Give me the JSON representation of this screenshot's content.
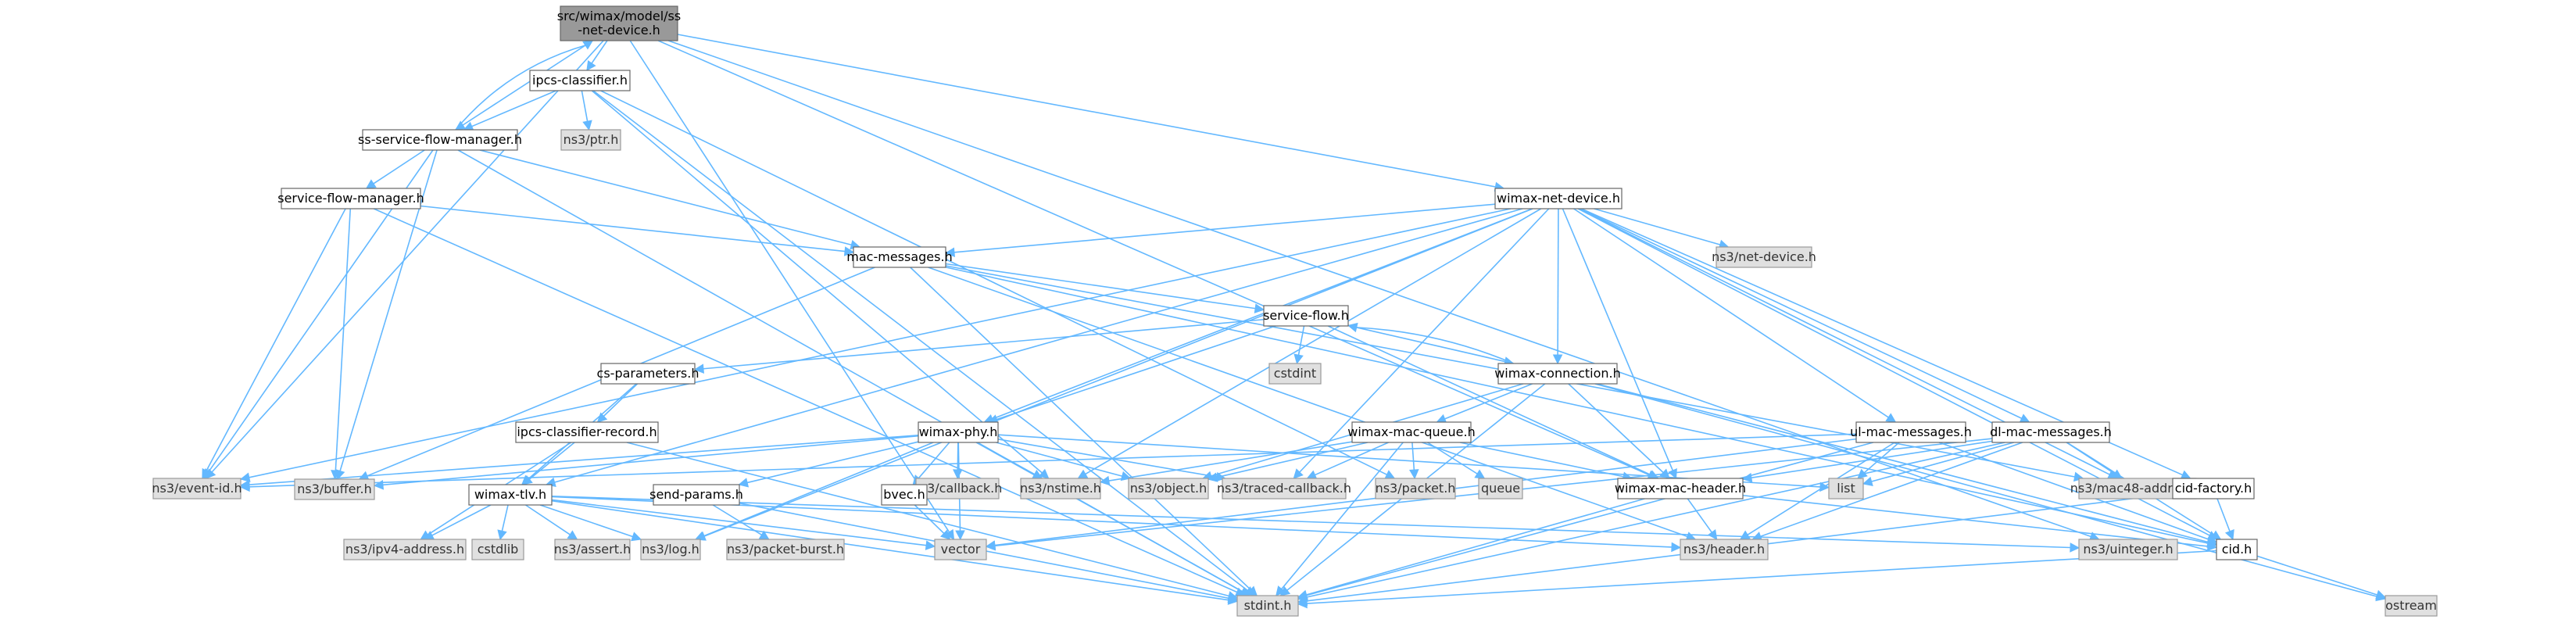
{
  "colors": {
    "edge": "#63b8ff",
    "root_fill": "#999999",
    "system_fill": "#e0e0e0",
    "local_fill": "#ffffff"
  },
  "nodes": [
    {
      "id": "root",
      "kind": "root",
      "lines": [
        "src/wimax/model/ss",
        "-net-device.h"
      ]
    },
    {
      "id": "ipcs_classifier",
      "kind": "local",
      "lines": [
        "ipcs-classifier.h"
      ]
    },
    {
      "id": "ss_sfm",
      "kind": "local",
      "lines": [
        "ss-service-flow-manager.h"
      ]
    },
    {
      "id": "ptr",
      "kind": "system",
      "lines": [
        "ns3/ptr.h"
      ]
    },
    {
      "id": "sfm",
      "kind": "local",
      "lines": [
        "service-flow-manager.h"
      ]
    },
    {
      "id": "wimax_nd",
      "kind": "local",
      "lines": [
        "wimax-net-device.h"
      ]
    },
    {
      "id": "mac_messages",
      "kind": "local",
      "lines": [
        "mac-messages.h"
      ]
    },
    {
      "id": "net_device",
      "kind": "system",
      "lines": [
        "ns3/net-device.h"
      ]
    },
    {
      "id": "service_flow",
      "kind": "local",
      "lines": [
        "service-flow.h"
      ]
    },
    {
      "id": "cstdint",
      "kind": "system",
      "lines": [
        "cstdint"
      ]
    },
    {
      "id": "cs_params",
      "kind": "local",
      "lines": [
        "cs-parameters.h"
      ]
    },
    {
      "id": "wimax_conn",
      "kind": "local",
      "lines": [
        "wimax-connection.h"
      ]
    },
    {
      "id": "ipcs_cr",
      "kind": "local",
      "lines": [
        "ipcs-classifier-record.h"
      ]
    },
    {
      "id": "wimax_phy",
      "kind": "local",
      "lines": [
        "wimax-phy.h"
      ]
    },
    {
      "id": "wimax_mq",
      "kind": "local",
      "lines": [
        "wimax-mac-queue.h"
      ]
    },
    {
      "id": "ul_mac",
      "kind": "local",
      "lines": [
        "ul-mac-messages.h"
      ]
    },
    {
      "id": "dl_mac",
      "kind": "local",
      "lines": [
        "dl-mac-messages.h"
      ]
    },
    {
      "id": "event_id",
      "kind": "system",
      "lines": [
        "ns3/event-id.h"
      ]
    },
    {
      "id": "buffer",
      "kind": "system",
      "lines": [
        "ns3/buffer.h"
      ]
    },
    {
      "id": "callback",
      "kind": "system",
      "lines": [
        "ns3/callback.h"
      ]
    },
    {
      "id": "nstime",
      "kind": "system",
      "lines": [
        "ns3/nstime.h"
      ]
    },
    {
      "id": "object",
      "kind": "system",
      "lines": [
        "ns3/object.h"
      ]
    },
    {
      "id": "traced_cb",
      "kind": "system",
      "lines": [
        "ns3/traced-callback.h"
      ]
    },
    {
      "id": "packet",
      "kind": "system",
      "lines": [
        "ns3/packet.h"
      ]
    },
    {
      "id": "queue",
      "kind": "system",
      "lines": [
        "queue"
      ]
    },
    {
      "id": "wimax_mh",
      "kind": "local",
      "lines": [
        "wimax-mac-header.h"
      ]
    },
    {
      "id": "list",
      "kind": "system",
      "lines": [
        "list"
      ]
    },
    {
      "id": "mac48",
      "kind": "system",
      "lines": [
        "ns3/mac48-address.h"
      ]
    },
    {
      "id": "cid_factory",
      "kind": "local",
      "lines": [
        "cid-factory.h"
      ]
    },
    {
      "id": "wimax_tlv",
      "kind": "local",
      "lines": [
        "wimax-tlv.h"
      ]
    },
    {
      "id": "send_params",
      "kind": "local",
      "lines": [
        "send-params.h"
      ]
    },
    {
      "id": "bvec",
      "kind": "local",
      "lines": [
        "bvec.h"
      ]
    },
    {
      "id": "ipv4",
      "kind": "system",
      "lines": [
        "ns3/ipv4-address.h"
      ]
    },
    {
      "id": "cstdlib",
      "kind": "system",
      "lines": [
        "cstdlib"
      ]
    },
    {
      "id": "assert",
      "kind": "system",
      "lines": [
        "ns3/assert.h"
      ]
    },
    {
      "id": "log",
      "kind": "system",
      "lines": [
        "ns3/log.h"
      ]
    },
    {
      "id": "packet_burst",
      "kind": "system",
      "lines": [
        "ns3/packet-burst.h"
      ]
    },
    {
      "id": "vector",
      "kind": "system",
      "lines": [
        "vector"
      ]
    },
    {
      "id": "header",
      "kind": "system",
      "lines": [
        "ns3/header.h"
      ]
    },
    {
      "id": "uinteger",
      "kind": "system",
      "lines": [
        "ns3/uinteger.h"
      ]
    },
    {
      "id": "cid",
      "kind": "local",
      "lines": [
        "cid.h"
      ]
    },
    {
      "id": "stdint",
      "kind": "system",
      "lines": [
        "stdint.h"
      ]
    },
    {
      "id": "ostream",
      "kind": "system",
      "lines": [
        "ostream"
      ]
    }
  ],
  "edges": [
    [
      "root",
      "ipcs_classifier"
    ],
    [
      "root",
      "ss_sfm"
    ],
    [
      "root",
      "wimax_nd"
    ],
    [
      "root",
      "event_id"
    ],
    [
      "root",
      "wimax_mh"
    ],
    [
      "root",
      "uinteger"
    ],
    [
      "root",
      "vector"
    ],
    [
      "ipcs_classifier",
      "ss_sfm"
    ],
    [
      "ipcs_classifier",
      "ptr"
    ],
    [
      "ipcs_classifier",
      "stdint"
    ],
    [
      "ipcs_classifier",
      "nstime"
    ],
    [
      "ipcs_classifier",
      "packet"
    ],
    [
      "ss_sfm",
      "root"
    ],
    [
      "ss_sfm",
      "sfm"
    ],
    [
      "ss_sfm",
      "mac_messages"
    ],
    [
      "ss_sfm",
      "event_id"
    ],
    [
      "ss_sfm",
      "buffer"
    ],
    [
      "ss_sfm",
      "stdint"
    ],
    [
      "sfm",
      "mac_messages"
    ],
    [
      "sfm",
      "event_id"
    ],
    [
      "sfm",
      "buffer"
    ],
    [
      "sfm",
      "stdint"
    ],
    [
      "wimax_nd",
      "mac_messages"
    ],
    [
      "wimax_nd",
      "net_device"
    ],
    [
      "wimax_nd",
      "wimax_conn"
    ],
    [
      "wimax_nd",
      "wimax_phy"
    ],
    [
      "wimax_nd",
      "ul_mac"
    ],
    [
      "wimax_nd",
      "dl_mac"
    ],
    [
      "wimax_nd",
      "cid_factory"
    ],
    [
      "wimax_nd",
      "mac48"
    ],
    [
      "wimax_nd",
      "traced_cb"
    ],
    [
      "wimax_nd",
      "nstime"
    ],
    [
      "wimax_nd",
      "event_id"
    ],
    [
      "wimax_nd",
      "log"
    ],
    [
      "wimax_nd",
      "wimax_mh"
    ],
    [
      "wimax_nd",
      "cid"
    ],
    [
      "wimax_nd",
      "wimax_tlv"
    ],
    [
      "mac_messages",
      "service_flow"
    ],
    [
      "mac_messages",
      "buffer"
    ],
    [
      "mac_messages",
      "stdint"
    ],
    [
      "mac_messages",
      "header"
    ],
    [
      "mac_messages",
      "mac48"
    ],
    [
      "mac_messages",
      "cid"
    ],
    [
      "service_flow",
      "cstdint"
    ],
    [
      "service_flow",
      "cs_params"
    ],
    [
      "service_flow",
      "wimax_conn"
    ],
    [
      "service_flow",
      "wimax_phy"
    ],
    [
      "service_flow",
      "wimax_mh"
    ],
    [
      "wimax_conn",
      "service_flow"
    ],
    [
      "wimax_conn",
      "wimax_mq"
    ],
    [
      "wimax_conn",
      "wimax_mh"
    ],
    [
      "wimax_conn",
      "object"
    ],
    [
      "wimax_conn",
      "cid"
    ],
    [
      "wimax_conn",
      "stdint"
    ],
    [
      "wimax_conn",
      "ostream"
    ],
    [
      "cs_params",
      "ipcs_cr"
    ],
    [
      "cs_params",
      "wimax_tlv"
    ],
    [
      "ipcs_cr",
      "wimax_tlv"
    ],
    [
      "ipcs_cr",
      "ipv4"
    ],
    [
      "ipcs_cr",
      "stdint"
    ],
    [
      "wimax_phy",
      "event_id"
    ],
    [
      "wimax_phy",
      "buffer"
    ],
    [
      "wimax_phy",
      "send_params"
    ],
    [
      "wimax_phy",
      "bvec"
    ],
    [
      "wimax_phy",
      "callback"
    ],
    [
      "wimax_phy",
      "nstime"
    ],
    [
      "wimax_phy",
      "object"
    ],
    [
      "wimax_phy",
      "traced_cb"
    ],
    [
      "wimax_phy",
      "list"
    ],
    [
      "wimax_phy",
      "vector"
    ],
    [
      "wimax_phy",
      "log"
    ],
    [
      "wimax_phy",
      "stdint"
    ],
    [
      "wimax_mq",
      "nstime"
    ],
    [
      "wimax_mq",
      "object"
    ],
    [
      "wimax_mq",
      "traced_cb"
    ],
    [
      "wimax_mq",
      "packet"
    ],
    [
      "wimax_mq",
      "queue"
    ],
    [
      "wimax_mq",
      "wimax_mh"
    ],
    [
      "wimax_mq",
      "stdint"
    ],
    [
      "ul_mac",
      "event_id"
    ],
    [
      "ul_mac",
      "list"
    ],
    [
      "ul_mac",
      "vector"
    ],
    [
      "ul_mac",
      "header"
    ],
    [
      "ul_mac",
      "cid"
    ],
    [
      "ul_mac",
      "stdint"
    ],
    [
      "dl_mac",
      "list"
    ],
    [
      "dl_mac",
      "mac48"
    ],
    [
      "dl_mac",
      "vector"
    ],
    [
      "dl_mac",
      "header"
    ],
    [
      "dl_mac",
      "cid"
    ],
    [
      "dl_mac",
      "stdint"
    ],
    [
      "dl_mac",
      "wimax_mh"
    ],
    [
      "wimax_mh",
      "header"
    ],
    [
      "wimax_mh",
      "stdint"
    ],
    [
      "wimax_mh",
      "cid"
    ],
    [
      "cid_factory",
      "cid"
    ],
    [
      "cid_factory",
      "stdint"
    ],
    [
      "wimax_tlv",
      "cstdlib"
    ],
    [
      "wimax_tlv",
      "assert"
    ],
    [
      "wimax_tlv",
      "log"
    ],
    [
      "wimax_tlv",
      "ipv4"
    ],
    [
      "wimax_tlv",
      "vector"
    ],
    [
      "wimax_tlv",
      "header"
    ],
    [
      "wimax_tlv",
      "uinteger"
    ],
    [
      "wimax_tlv",
      "stdint"
    ],
    [
      "send_params",
      "packet_burst"
    ],
    [
      "send_params",
      "stdint"
    ],
    [
      "bvec",
      "vector"
    ],
    [
      "cid",
      "stdint"
    ],
    [
      "cid",
      "ostream"
    ]
  ]
}
